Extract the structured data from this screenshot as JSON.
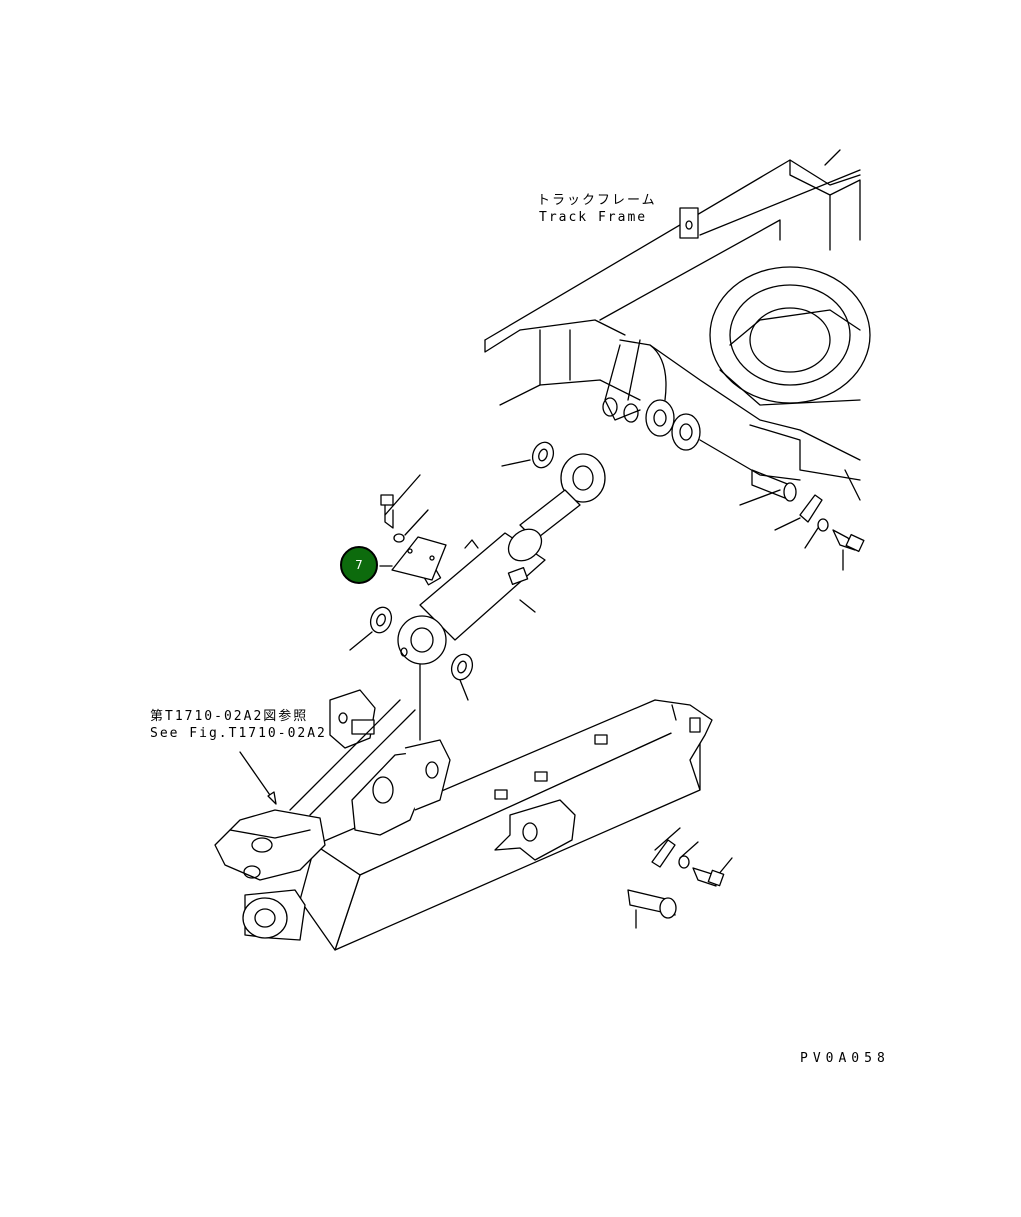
{
  "labels": {
    "track_frame_jp": "トラックフレーム",
    "track_frame_en": "Track Frame",
    "see_fig_jp": "第T1710-02A2図参照",
    "see_fig_en": "See Fig.T1710-02A2",
    "drawing_code": "PV0A058"
  },
  "callouts": [
    {
      "number": "7",
      "color": "#0d6b0d"
    }
  ]
}
